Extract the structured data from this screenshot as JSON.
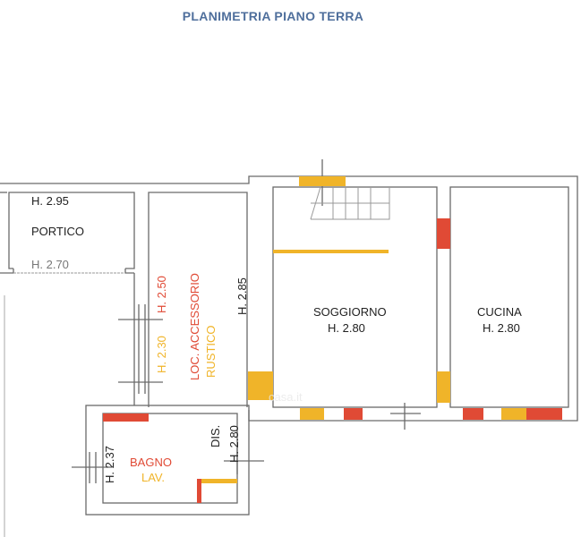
{
  "title": "PLANIMETRIA PIANO TERRA",
  "colors": {
    "yellow": "#f0b429",
    "red": "#e04a35",
    "wall": "#6a6a6a",
    "title": "#4f6f9c"
  },
  "rooms": {
    "portico": {
      "name": "PORTICO",
      "height_top": "H. 2.95",
      "height_bottom": "H. 2.70"
    },
    "loc_accessorio": {
      "name_line1": "LOC. ACCESSORIO",
      "name_line2": "RUSTICO",
      "height_a": "H. 2.50",
      "height_b": "H. 2.30",
      "height_c": "H. 2.85"
    },
    "soggiorno": {
      "name": "SOGGIORNO",
      "height": "H. 2.80"
    },
    "cucina": {
      "name": "CUCINA",
      "height": "H. 2.80"
    },
    "bagno": {
      "name_line1": "BAGNO",
      "name_line2": "LAV.",
      "height": "H. 2.37"
    },
    "disimpegno": {
      "name": "DIS.",
      "height": "H. 2.80"
    }
  },
  "watermark": "casa.it"
}
